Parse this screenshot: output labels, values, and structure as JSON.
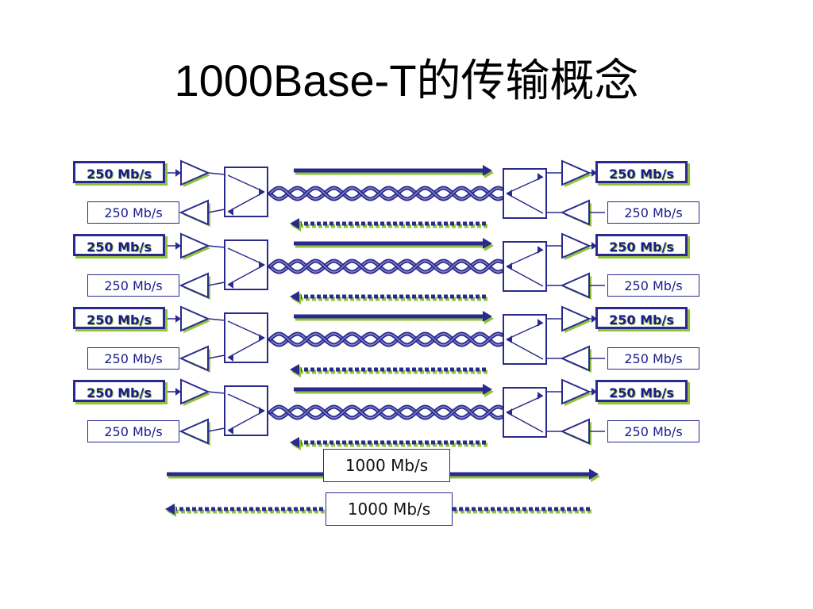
{
  "title": "1000Base-T的传输概念",
  "channels": [
    {
      "left_tx": "250 Mb/s",
      "left_rx": "250 Mb/s",
      "right_tx": "250 Mb/s",
      "right_rx": "250 Mb/s"
    },
    {
      "left_tx": "250 Mb/s",
      "left_rx": "250 Mb/s",
      "right_tx": "250 Mb/s",
      "right_rx": "250 Mb/s"
    },
    {
      "left_tx": "250 Mb/s",
      "left_rx": "250 Mb/s",
      "right_tx": "250 Mb/s",
      "right_rx": "250 Mb/s"
    },
    {
      "left_tx": "250 Mb/s",
      "left_rx": "250 Mb/s",
      "right_tx": "250 Mb/s",
      "right_rx": "250 Mb/s"
    }
  ],
  "totals": {
    "forward": "1000 Mb/s",
    "reverse": "1000 Mb/s"
  },
  "colors": {
    "line": "#2a2a8e",
    "accent_shadow": "#8fc43a",
    "background": "#ffffff"
  }
}
